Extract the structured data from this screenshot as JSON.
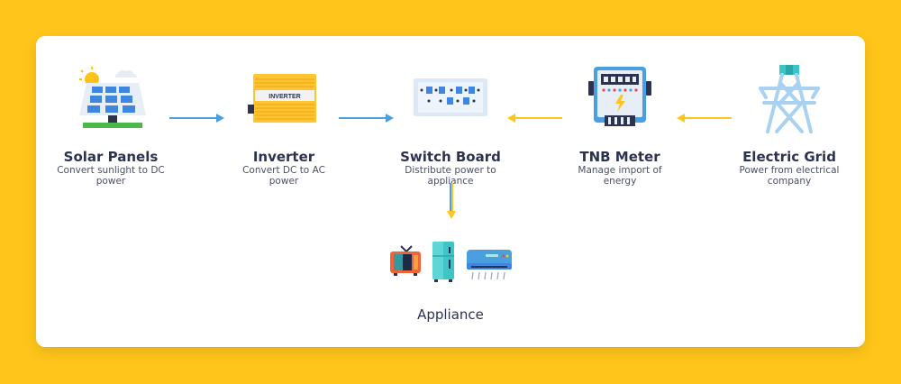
{
  "nodes": [
    {
      "key": "solar",
      "title": "Solar Panels",
      "desc_line1": "Convert sunlight to DC",
      "desc_line2": "power",
      "icon": "solar-panel-icon"
    },
    {
      "key": "inverter",
      "title": "Inverter",
      "desc_line1": "Convert DC to AC",
      "desc_line2": "power",
      "icon": "inverter-icon",
      "icon_label": "INVERTER"
    },
    {
      "key": "switch",
      "title": "Switch Board",
      "desc_line1": "Distribute power to",
      "desc_line2": "appliance",
      "icon": "switch-board-icon"
    },
    {
      "key": "meter",
      "title": "TNB Meter",
      "desc_line1": "Manage import of",
      "desc_line2": "energy",
      "icon": "electric-meter-icon"
    },
    {
      "key": "grid",
      "title": "Electric Grid",
      "desc_line1": "Power from electrical",
      "desc_line2": "company",
      "icon": "transmission-tower-icon"
    }
  ],
  "appliance": {
    "title": "Appliance",
    "icons": [
      "television-icon",
      "refrigerator-icon",
      "air-conditioner-icon"
    ]
  },
  "colors": {
    "background": "#FFC51A",
    "card": "#FFFFFF",
    "solar_flow_arrow": "#4A9FE0",
    "grid_flow_arrow": "#FFC51A",
    "title_text": "#2B3350"
  }
}
